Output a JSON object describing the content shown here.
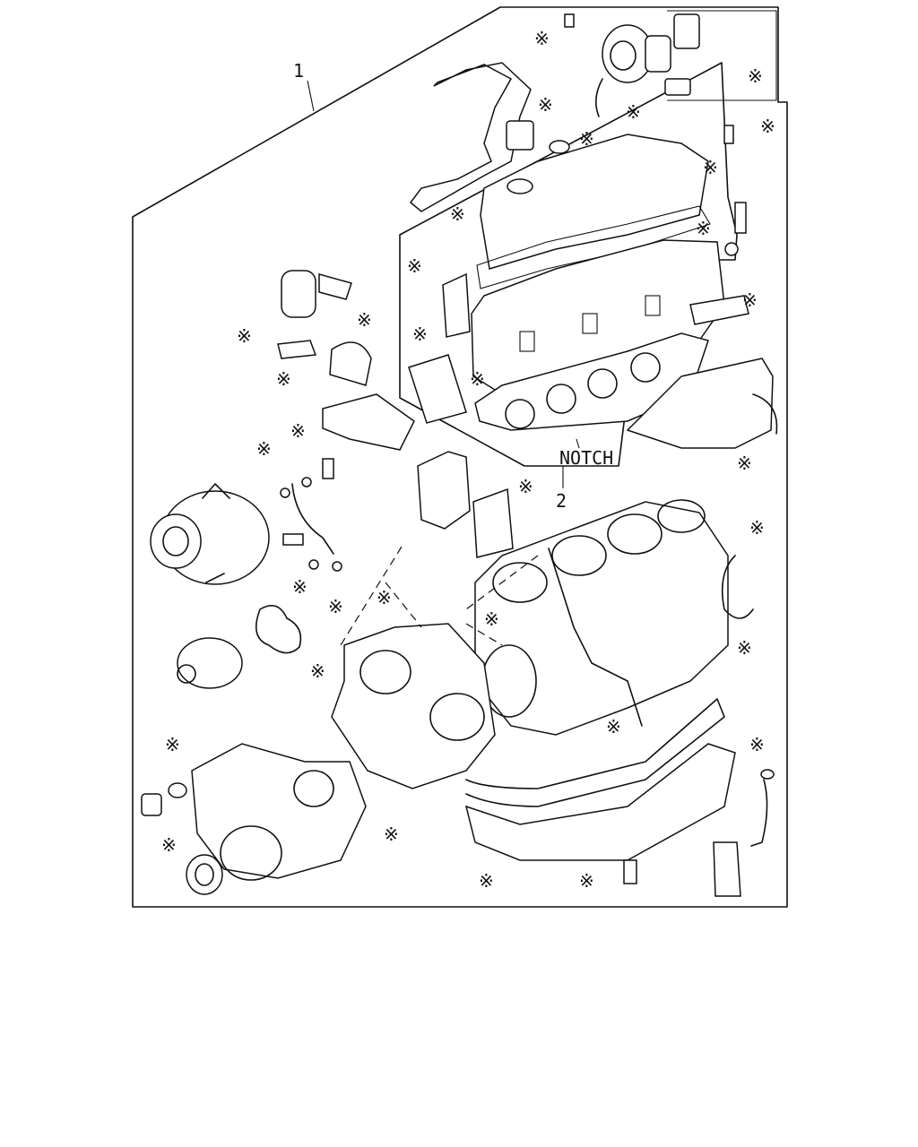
{
  "labels": {
    "callout_1": "1",
    "callout_2": "2",
    "notch": "NOTCH",
    "asterisk": "※"
  },
  "icons": {
    "asterisk_marker": "asterisk-icon"
  }
}
